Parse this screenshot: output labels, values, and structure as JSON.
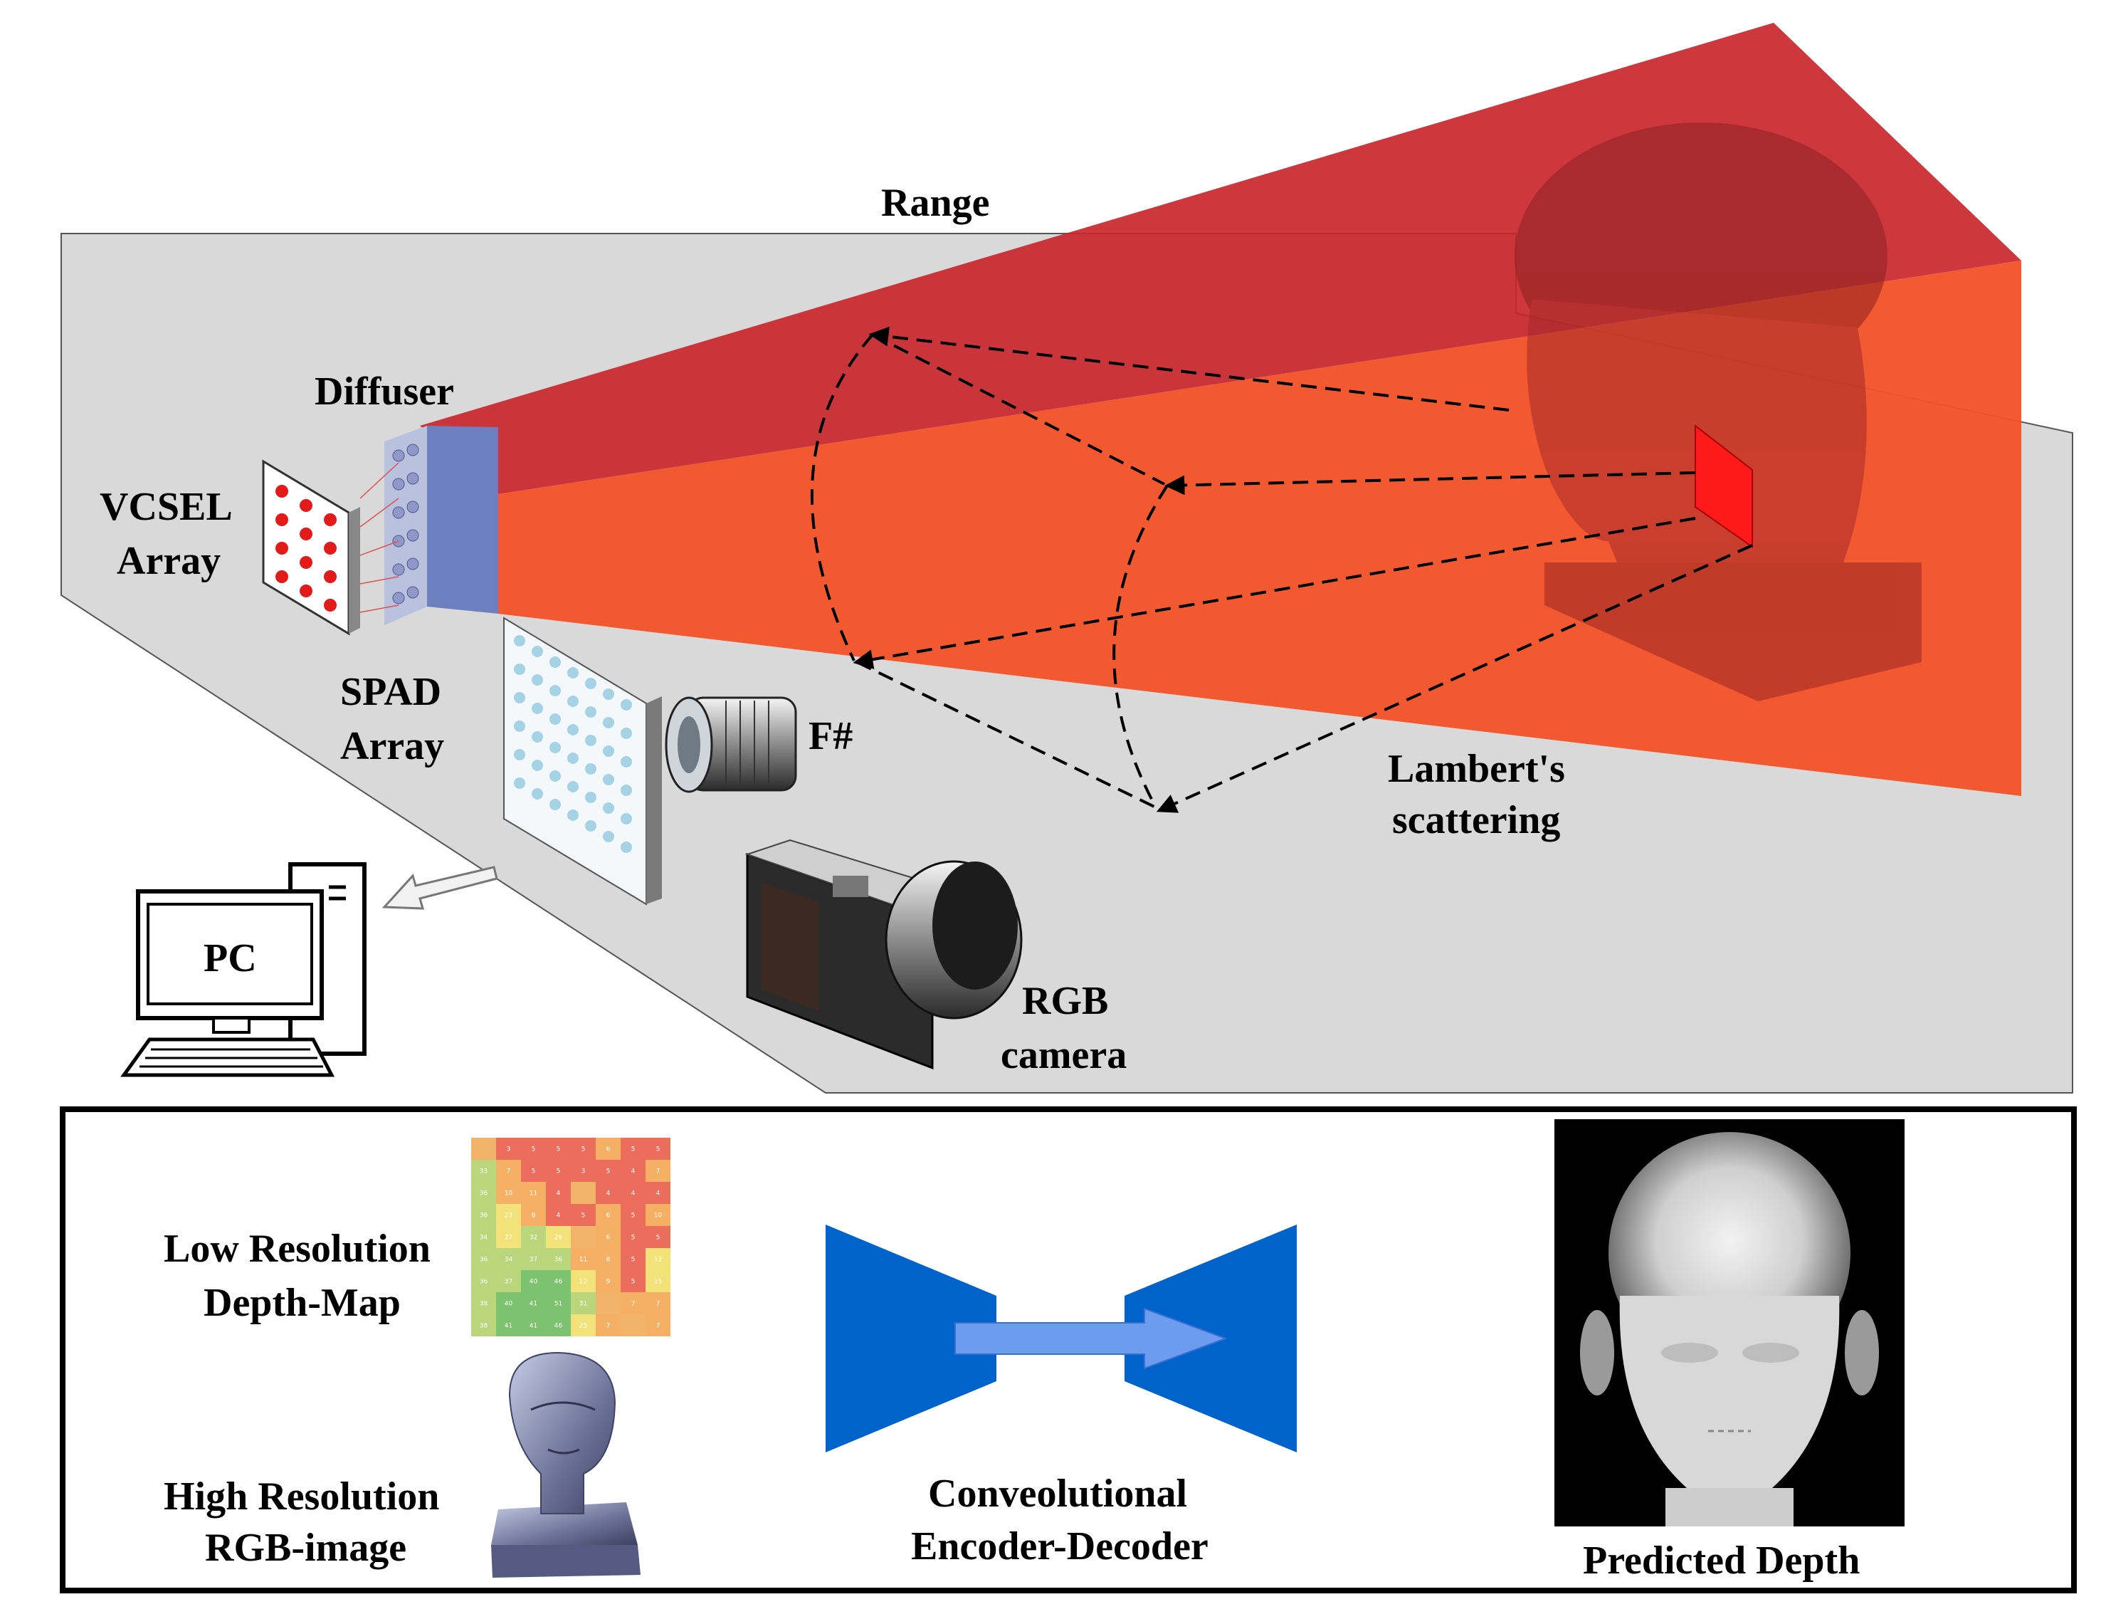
{
  "labels": {
    "range": "Range",
    "diffuser": "Diffuser",
    "vcsel_line1": "VCSEL",
    "vcsel_line2": "Array",
    "spad_line1": "SPAD",
    "spad_line2": "Array",
    "fnumber": "F#",
    "lambert_line1": "Lambert's",
    "lambert_line2": "scattering",
    "pc": "PC",
    "rgb_cam_line1": "RGB",
    "rgb_cam_line2": "camera"
  },
  "pipeline": {
    "lowres_line1": "Low Resolution",
    "lowres_line2": "Depth-Map",
    "highres_line1": "High Resolution",
    "highres_line2": "RGB-image",
    "network_line1": "Conveolutional",
    "network_line2": "Encoder-Decoder",
    "output_label": "Predicted Depth"
  },
  "depth_map": {
    "rows": [
      [
        "",
        "3",
        "5",
        "5",
        "5",
        "6",
        "5",
        "5"
      ],
      [
        "33",
        "7",
        "5",
        "5",
        "3",
        "5",
        "4",
        "7"
      ],
      [
        "36",
        "10",
        "11",
        "4",
        "",
        "4",
        "4",
        "4"
      ],
      [
        "36",
        "23",
        "8",
        "4",
        "5",
        "6",
        "5",
        "10"
      ],
      [
        "34",
        "27",
        "32",
        "29",
        "",
        "6",
        "5",
        "5"
      ],
      [
        "36",
        "34",
        "37",
        "36",
        "11",
        "8",
        "5",
        "12"
      ],
      [
        "36",
        "37",
        "40",
        "46",
        "12",
        "9",
        "5",
        "15"
      ],
      [
        "38",
        "40",
        "41",
        "51",
        "31",
        "",
        "7",
        "7"
      ],
      [
        "38",
        "41",
        "41",
        "46",
        "25",
        "7",
        "",
        "7"
      ]
    ]
  },
  "colors": {
    "beam_upper": "#c9272e",
    "beam_lower": "#f4532a",
    "wall": "#d9d9d9",
    "encoder_blue": "#0063cc",
    "arrow_blue": "#6b9cf0"
  }
}
